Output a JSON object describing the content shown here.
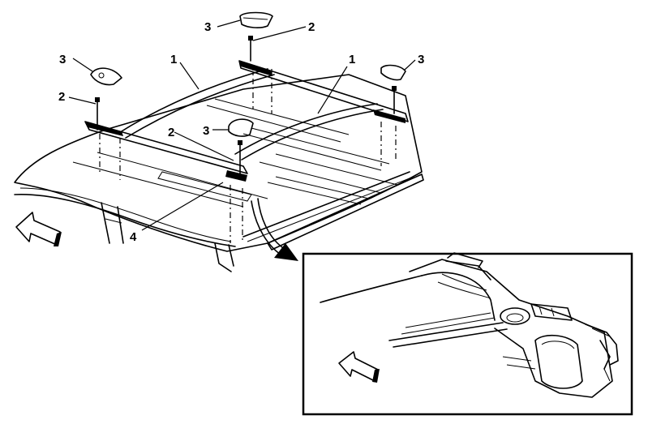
{
  "callouts": {
    "c1a": "1",
    "c1b": "1",
    "c2a": "2",
    "c2b": "2",
    "c2c": "2",
    "c3a": "3",
    "c3b": "3",
    "c3c": "3",
    "c3d": "3",
    "c4": "4"
  }
}
